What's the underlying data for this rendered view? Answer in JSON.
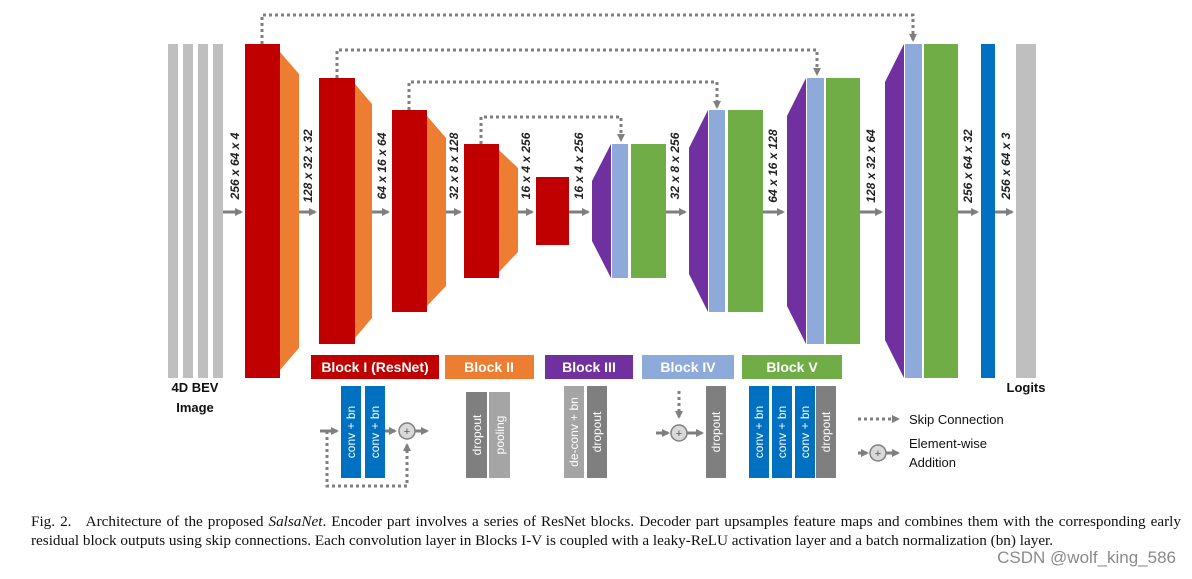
{
  "colors": {
    "block_i": "#c00000",
    "block_ii": "#ed7d31",
    "block_iii": "#7030a0",
    "block_iv": "#8eaadb",
    "block_v": "#70ad47",
    "conv": "#0070c0",
    "dropout": "#7f7f7f",
    "pooling": "#a5a5a5",
    "input": "#bfbfbf",
    "skip": "#7f7f7f"
  },
  "labels": {
    "input": "4D BEV",
    "input_line2": "Image",
    "output": "Logits"
  },
  "dimensions": [
    "256 x 64 x 4",
    "128 x 32 x 32",
    "64 x 16 x 64",
    "32 x 8 x 128",
    "16 x 4 x 256",
    "16 x 4 x 256",
    "32 x 8 x 256",
    "64 x 16 x 128",
    "128 x 32 x 64",
    "256 x 64 x 32",
    "256 x 64 x 3"
  ],
  "blocks": {
    "i": "Block I (ResNet)",
    "ii": "Block II",
    "iii": "Block III",
    "iv": "Block IV",
    "v": "Block V"
  },
  "ops": {
    "block_i": [
      "conv + bn",
      "conv + bn"
    ],
    "block_ii": [
      "dropout",
      "pooling"
    ],
    "block_iii": [
      "de-conv + bn",
      "dropout"
    ],
    "block_iv": [
      "dropout"
    ],
    "block_v": [
      "conv + bn",
      "conv + bn",
      "conv + bn",
      "dropout"
    ],
    "plus": "+"
  },
  "legend": {
    "skip": "Skip Connection",
    "add_line1": "Element-wise",
    "add_line2": "Addition"
  },
  "caption": {
    "fig": "Fig. 2.",
    "before_name": "Architecture of the proposed ",
    "name": "SalsaNet",
    "after_name": ". Encoder part involves a series of ResNet blocks. Decoder part upsamples feature maps and combines them with the corresponding early residual block outputs using skip connections. Each convolution layer in Blocks I-V is coupled with a leaky-ReLU activation layer and a batch normalization (bn) layer."
  },
  "watermark": "CSDN @wolf_king_586"
}
